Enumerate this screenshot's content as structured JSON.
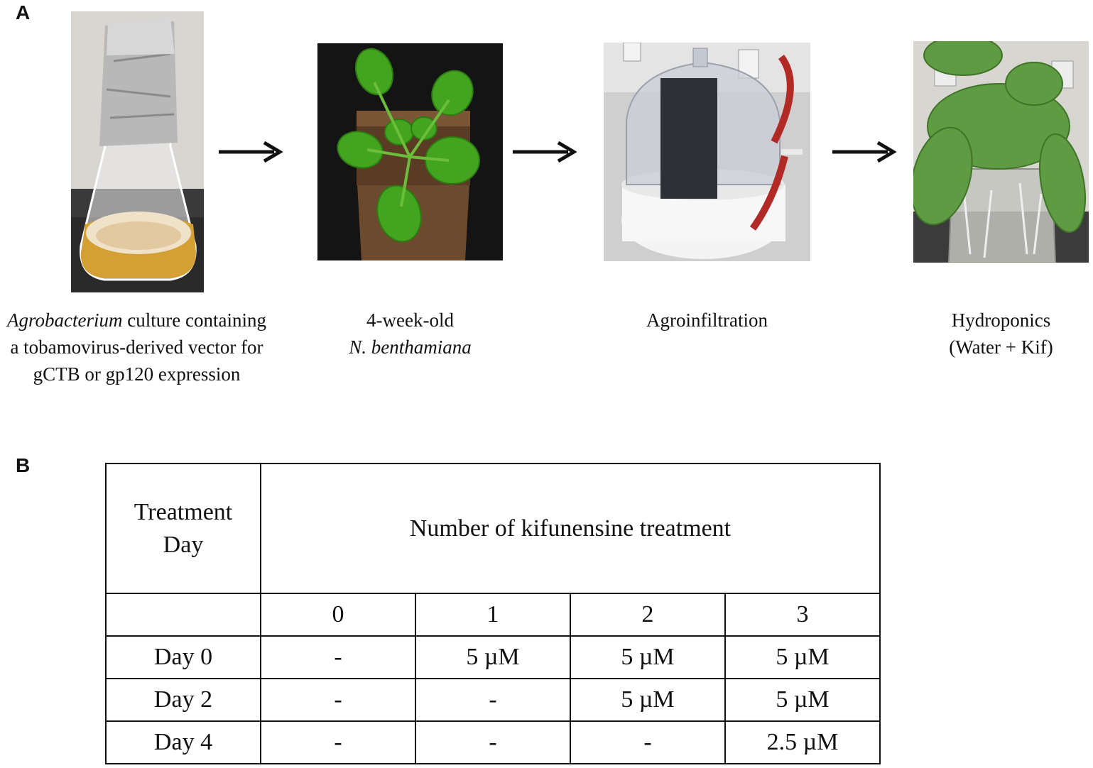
{
  "panel_a": {
    "label": "A",
    "steps": [
      {
        "image": "flask-culture-photo",
        "caption_italic": "Agrobacterium",
        "caption_rest": " culture containing",
        "caption_line2": "a tobamovirus-derived vector for",
        "caption_line3": "gCTB or gp120 expression"
      },
      {
        "image": "young-plant-photo",
        "caption_line1": "4-week-old",
        "caption_line2_italic": "N. benthamiana"
      },
      {
        "image": "vacuum-chamber-photo",
        "caption_line1": "Agroinfiltration"
      },
      {
        "image": "hydroponic-plant-photo",
        "caption_line1": "Hydroponics",
        "caption_line2": "(Water + Kif)"
      }
    ]
  },
  "panel_b": {
    "label": "B",
    "header_left": [
      "Treatment",
      "Day"
    ],
    "header_main": "Number of kifunensine treatment",
    "columns": [
      "0",
      "1",
      "2",
      "3"
    ],
    "rows": [
      {
        "day": "Day 0",
        "cells": [
          "-",
          "5 µM",
          "5 µM",
          "5 µM"
        ]
      },
      {
        "day": "Day 2",
        "cells": [
          "-",
          "-",
          "5 µM",
          "5 µM"
        ]
      },
      {
        "day": "Day 4",
        "cells": [
          "-",
          "-",
          "-",
          "2.5 µM"
        ]
      }
    ]
  }
}
